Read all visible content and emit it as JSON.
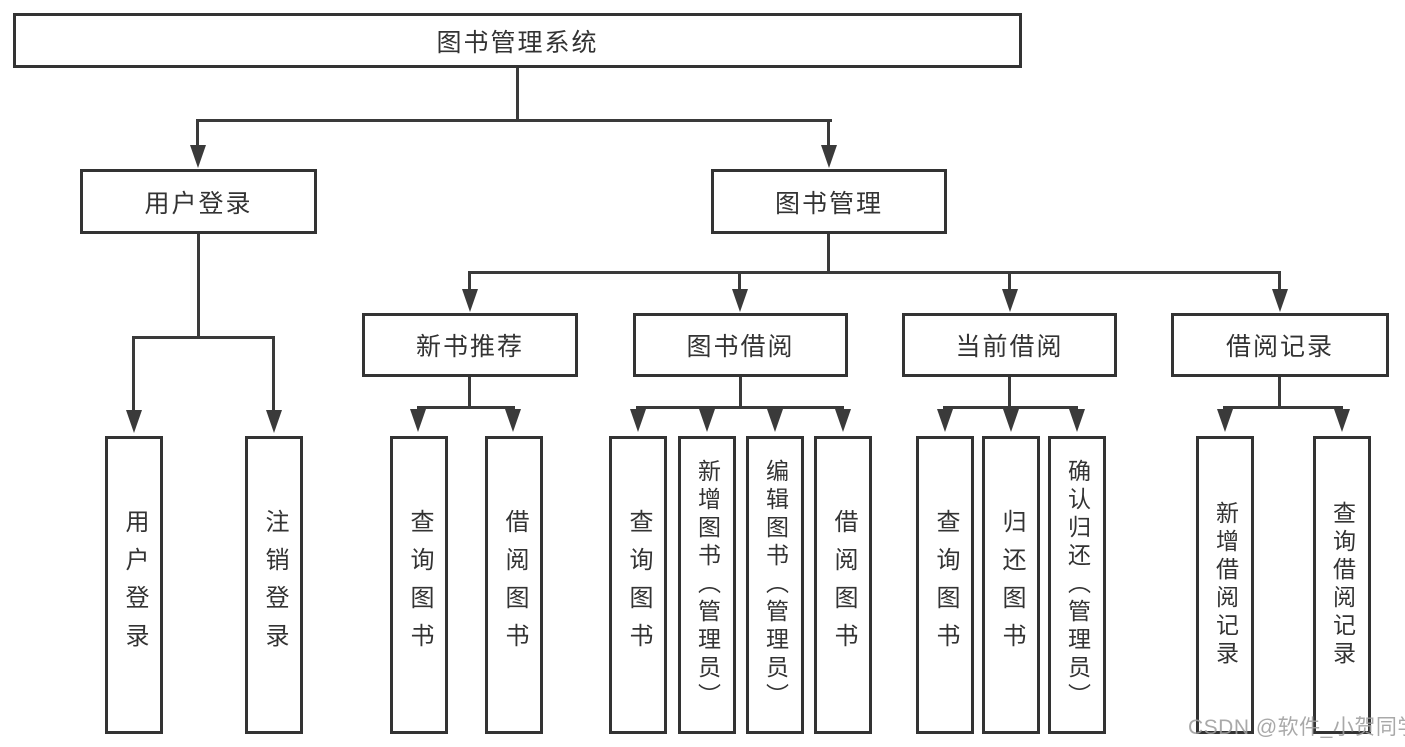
{
  "tree": {
    "root": {
      "label": "图书管理系统"
    },
    "branches": [
      {
        "label": "用户登录",
        "leaves": [
          {
            "label": "用户登录"
          },
          {
            "label": "注销登录"
          }
        ]
      },
      {
        "label": "图书管理",
        "children": [
          {
            "label": "新书推荐",
            "leaves": [
              {
                "label": "查询图书"
              },
              {
                "label": "借阅图书"
              }
            ]
          },
          {
            "label": "图书借阅",
            "leaves": [
              {
                "label": "查询图书"
              },
              {
                "label": "新增图书（管理员）"
              },
              {
                "label": "编辑图书（管理员）"
              },
              {
                "label": "借阅图书"
              }
            ]
          },
          {
            "label": "当前借阅",
            "leaves": [
              {
                "label": "查询图书"
              },
              {
                "label": "归还图书"
              },
              {
                "label": "确认归还（管理员）"
              }
            ]
          },
          {
            "label": "借阅记录",
            "leaves": [
              {
                "label": "新增借阅记录"
              },
              {
                "label": "查询借阅记录"
              }
            ]
          }
        ]
      }
    ]
  },
  "watermark": "CSDN @软件_小贺同学",
  "colors": {
    "line": "#3a3a3a",
    "border": "#333333",
    "text": "#333333",
    "bg": "#ffffff",
    "watermark": "#9e9e9e"
  }
}
